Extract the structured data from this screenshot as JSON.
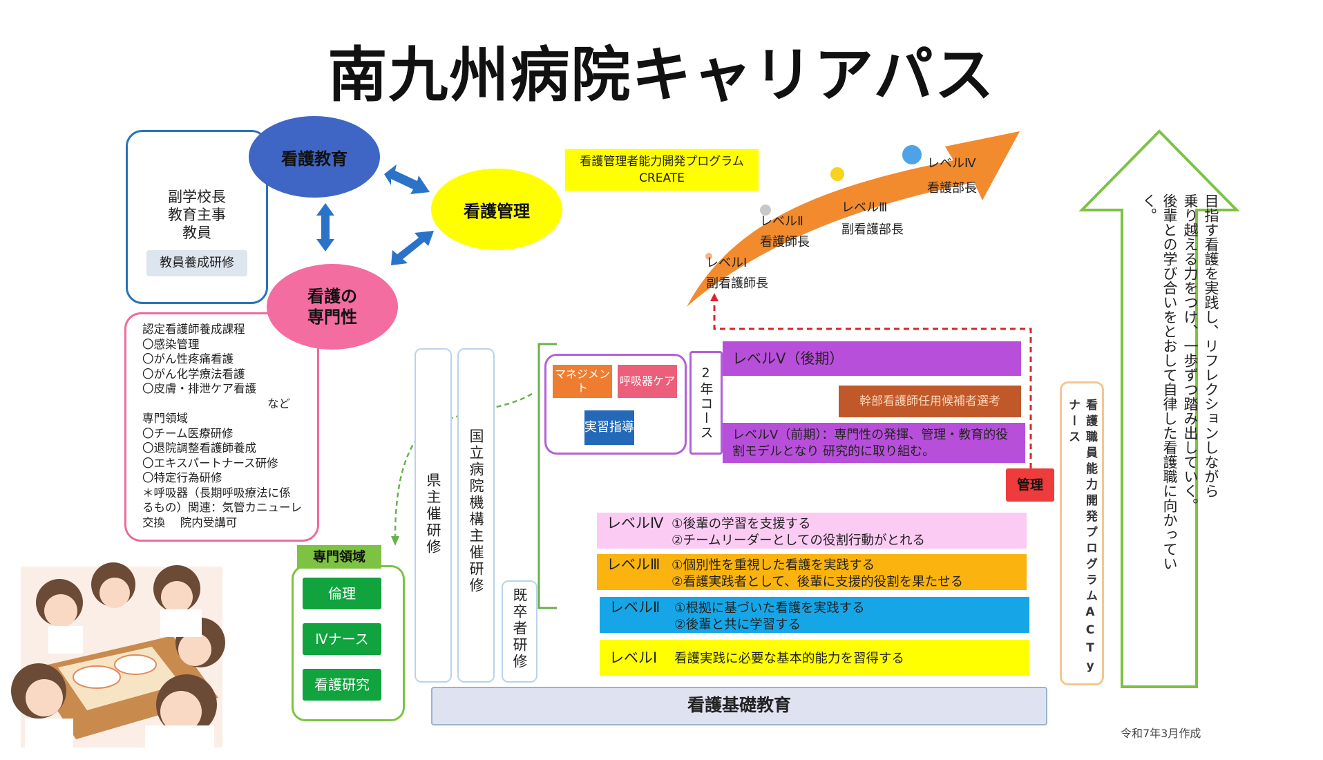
{
  "title": "南九州病院キャリアパス",
  "education": {
    "circle_label": "看護教育",
    "roles": [
      "副学校長",
      "教育主事",
      "教員"
    ],
    "training": "教員養成研修"
  },
  "management": {
    "circle_label": "看護管理"
  },
  "specialty": {
    "circle_label_line1": "看護の",
    "circle_label_line2": "専門性",
    "lines": [
      "認定看護師養成課程",
      "〇感染管理",
      "〇がん性疼痛看護",
      "〇がん化学療法看護",
      "〇皮膚・排泄ケア看護",
      "など",
      "専門領域",
      "〇チーム医療研修",
      "〇退院調整看護師養成",
      "〇エキスパートナース研修",
      "〇特定行為研修",
      "＊呼吸器（長期呼吸療法に係",
      "るもの）関連：気管カニューレ",
      "交換　 院内受講可"
    ]
  },
  "specialty_domain": {
    "header": "専門領域",
    "items": [
      "倫理",
      "Ⅳナース",
      "看護研究"
    ]
  },
  "program": {
    "line1": "看護管理者能力開発プログラム",
    "line2": "CREATE"
  },
  "career_arrow": {
    "steps": [
      {
        "level": "レベルⅠ",
        "title": "副看護師長"
      },
      {
        "level": "レベルⅡ",
        "title": "看護師長"
      },
      {
        "level": "レベルⅢ",
        "title": "副看護部長"
      },
      {
        "level": "レベルⅣ",
        "title": "看護部長"
      }
    ]
  },
  "vertical_labels": {
    "prefecture": "県主催研修",
    "national": "国立病院機構主催研修",
    "experienced": "既卒者研修",
    "two_year": "2年コース"
  },
  "purple_box": {
    "management": "マネジメント",
    "respiratory": "呼吸器ケア",
    "practicum": "実習指導"
  },
  "levels": {
    "lv5_late": "レベルⅤ（後期）",
    "candidate": "幹部看護師任用候補者選考",
    "lv5_early_line1": "レベルⅤ（前期）：専門性の発揮、管理・教育的役",
    "lv5_early_line2": "割モデルとなり 研究的に取り組む。",
    "kanri": "管理",
    "lv4_label": "レベルⅣ",
    "lv4_line1": "①後輩の学習を支援する",
    "lv4_line2": "②チームリーダーとしての役割行動がとれる",
    "lv3_label": "レベルⅢ",
    "lv3_line1": "①個別性を重視した看護を実践する",
    "lv3_line2": "②看護実践者として、後輩に支援的役割を果たせる",
    "lv2_label": "レベルⅡ",
    "lv2_line1": "①根拠に基づいた看護を実践する",
    "lv2_line2": "②後輩と共に学習する",
    "lv1_label": "レベルⅠ",
    "lv1_line1": "看護実践に必要な基本的能力を習得する"
  },
  "basic_education": "看護基礎教育",
  "act_program": "看護職員能力開発プログラムACTyナース",
  "vision": {
    "line1": "目指す看護を実践し、リフレクションしながら",
    "line2": "乗り越える力をつけ、一歩ずつ踏み出していく。",
    "line3": "後輩との学び合いをとおして自律した看護職に向かっていく。"
  },
  "date_note": "令和7年3月作成",
  "colors": {
    "education": "#3f66c4",
    "management": "#ffff00",
    "specialty": "#f36da0",
    "arrow": "#f28a2e",
    "vision_arrow": "#7dc242"
  }
}
